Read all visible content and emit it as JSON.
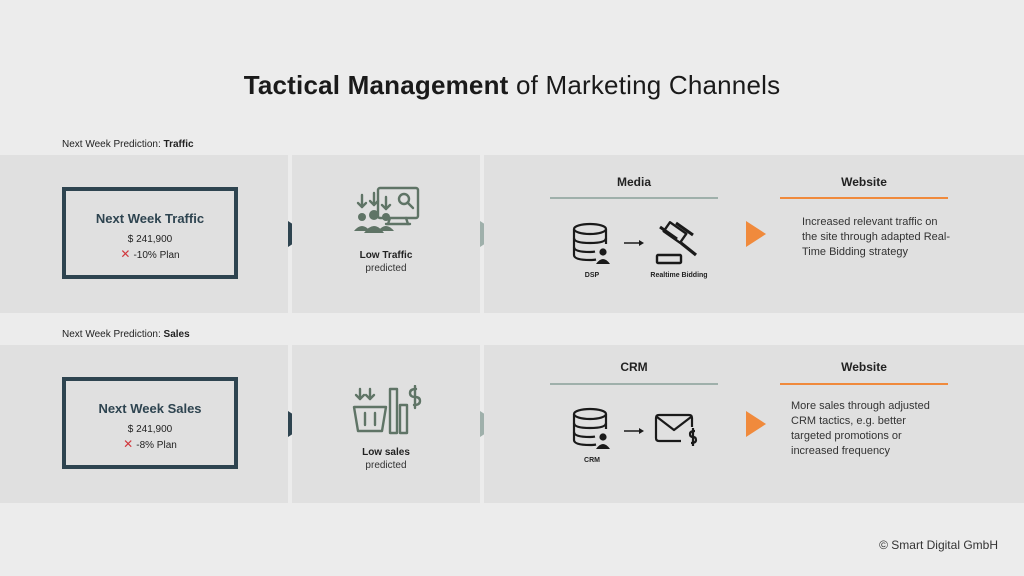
{
  "title": {
    "bold": "Tactical Management",
    "rest": " of Marketing Channels"
  },
  "rows": [
    {
      "label_prefix": "Next Week Prediction: ",
      "label_bold": "Traffic",
      "kpi_title": "Next Week Traffic",
      "kpi_value": "$ 241,900",
      "kpi_plan": "-10% Plan",
      "pred_title": "Low Traffic",
      "pred_sub": "predicted",
      "channel_head": "Media",
      "icon1_label": "DSP",
      "icon2_label": "Realtime Bidding",
      "target_head": "Website",
      "description": "Increased relevant traffic on the site through adapted Real-Time Bidding strategy"
    },
    {
      "label_prefix": "Next Week Prediction: ",
      "label_bold": "Sales",
      "kpi_title": "Next Week Sales",
      "kpi_value": "$ 241,900",
      "kpi_plan": "-8% Plan",
      "pred_title": "Low sales",
      "pred_sub": "predicted",
      "channel_head": "CRM",
      "icon1_label": "CRM",
      "target_head": "Website",
      "description": "More sales through adjusted CRM tactics, e.g. better targeted promotions or increased frequency"
    }
  ],
  "footer": "© Smart Digital GmbH",
  "colors": {
    "dark": "#2e4450",
    "sage": "#9fb0ab",
    "orange": "#f08a3c",
    "icon_green": "#5f7466",
    "red_x": "#d1383d"
  }
}
